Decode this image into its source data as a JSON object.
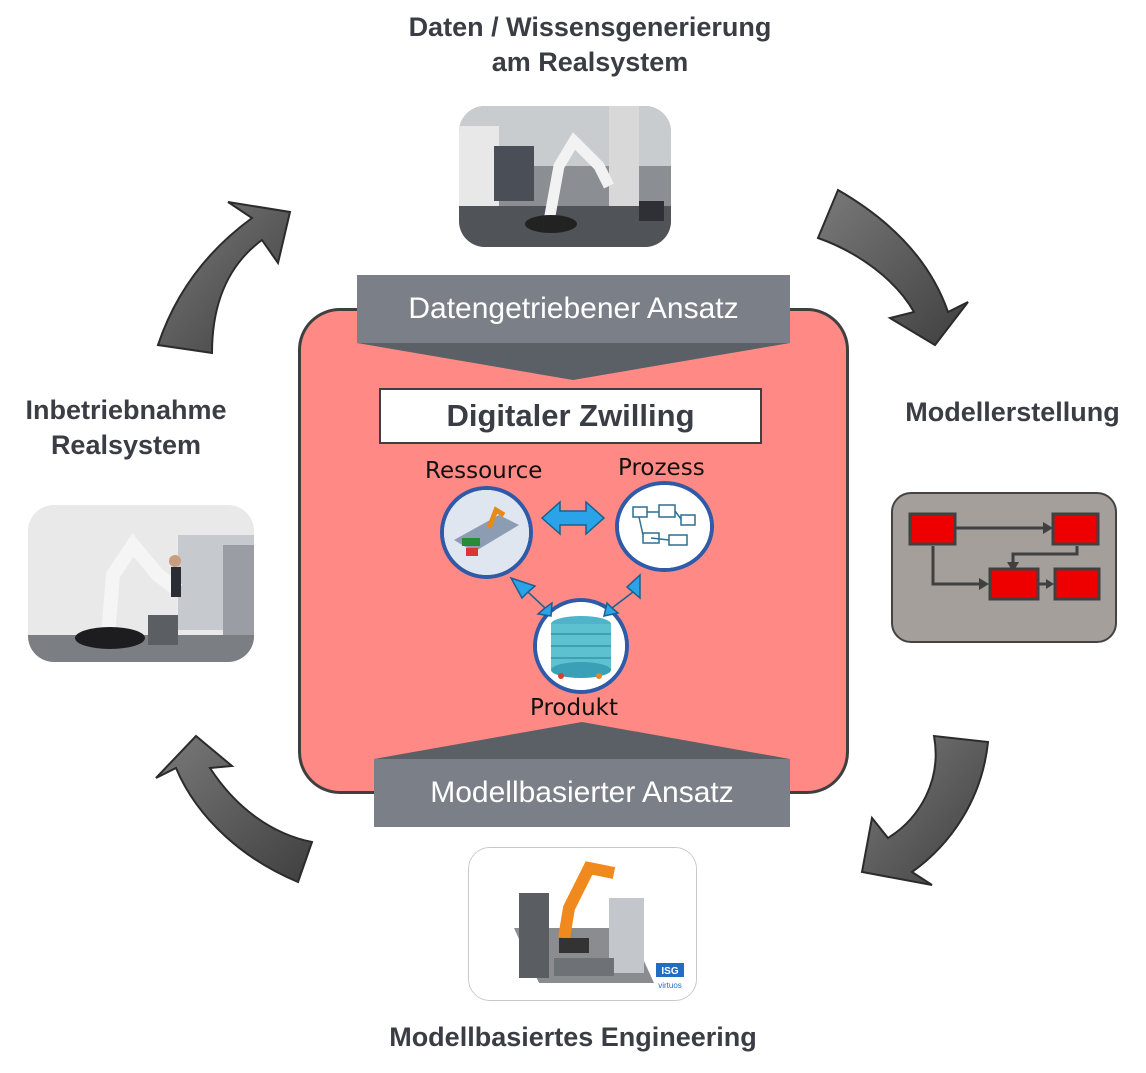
{
  "labels": {
    "top": "Daten / Wissensgenerierung am Realsystem",
    "right": "Modellerstellung",
    "bottom": "Modellbasiertes Engineering",
    "left": "Inbetriebnahme Realsystem"
  },
  "center": {
    "top_band": "Datengetriebener Ansatz",
    "bottom_band": "Modellbasierter Ansatz",
    "title": "Digitaler Zwilling",
    "nodes": {
      "resource": "Ressource",
      "process": "Prozess",
      "product": "Produkt"
    }
  },
  "logo": {
    "text1": "ISG",
    "text2": "virtuos"
  },
  "colors": {
    "panel": "#ff8a85",
    "band": "#7b8088",
    "arrow": "#5a5a5a",
    "double_arrow": "#2aa3e8",
    "graph_box": "#ee0000"
  }
}
